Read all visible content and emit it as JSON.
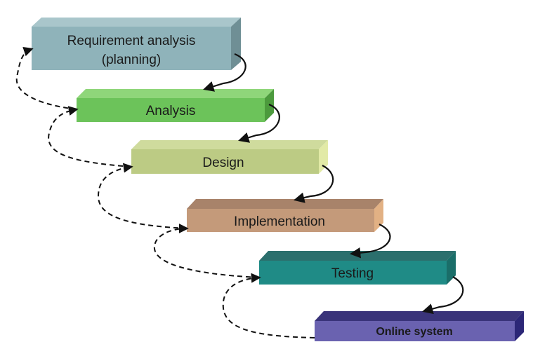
{
  "stages": [
    {
      "label_line1": "Requirement analysis",
      "label_line2": "(planning)",
      "color": "#8fb3ba"
    },
    {
      "label": "Analysis",
      "color": "#6cc35a"
    },
    {
      "label": "Design",
      "color": "#bccb84"
    },
    {
      "label": "Implementation",
      "color": "#c49a7a"
    },
    {
      "label": "Testing",
      "color": "#1f8b86"
    },
    {
      "label": "Online system",
      "color": "#6a62b0"
    }
  ]
}
